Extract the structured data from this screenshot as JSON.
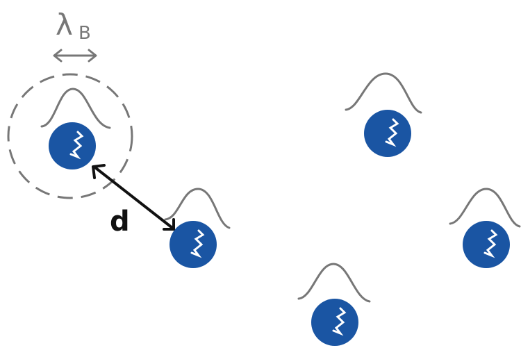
{
  "labels": {
    "lambda": "λ",
    "lambda_subscript": "B",
    "distance": "d"
  },
  "colors": {
    "particle": "#1a55a3",
    "particle_highlight": "#ffffff",
    "wave": "#777777",
    "dashed_circle": "#777777",
    "arrow_d": "#111111",
    "arrow_lambda": "#777777"
  },
  "particles": [
    {
      "name": "particle-1"
    },
    {
      "name": "particle-2"
    },
    {
      "name": "particle-3"
    },
    {
      "name": "particle-4"
    },
    {
      "name": "particle-5"
    }
  ]
}
